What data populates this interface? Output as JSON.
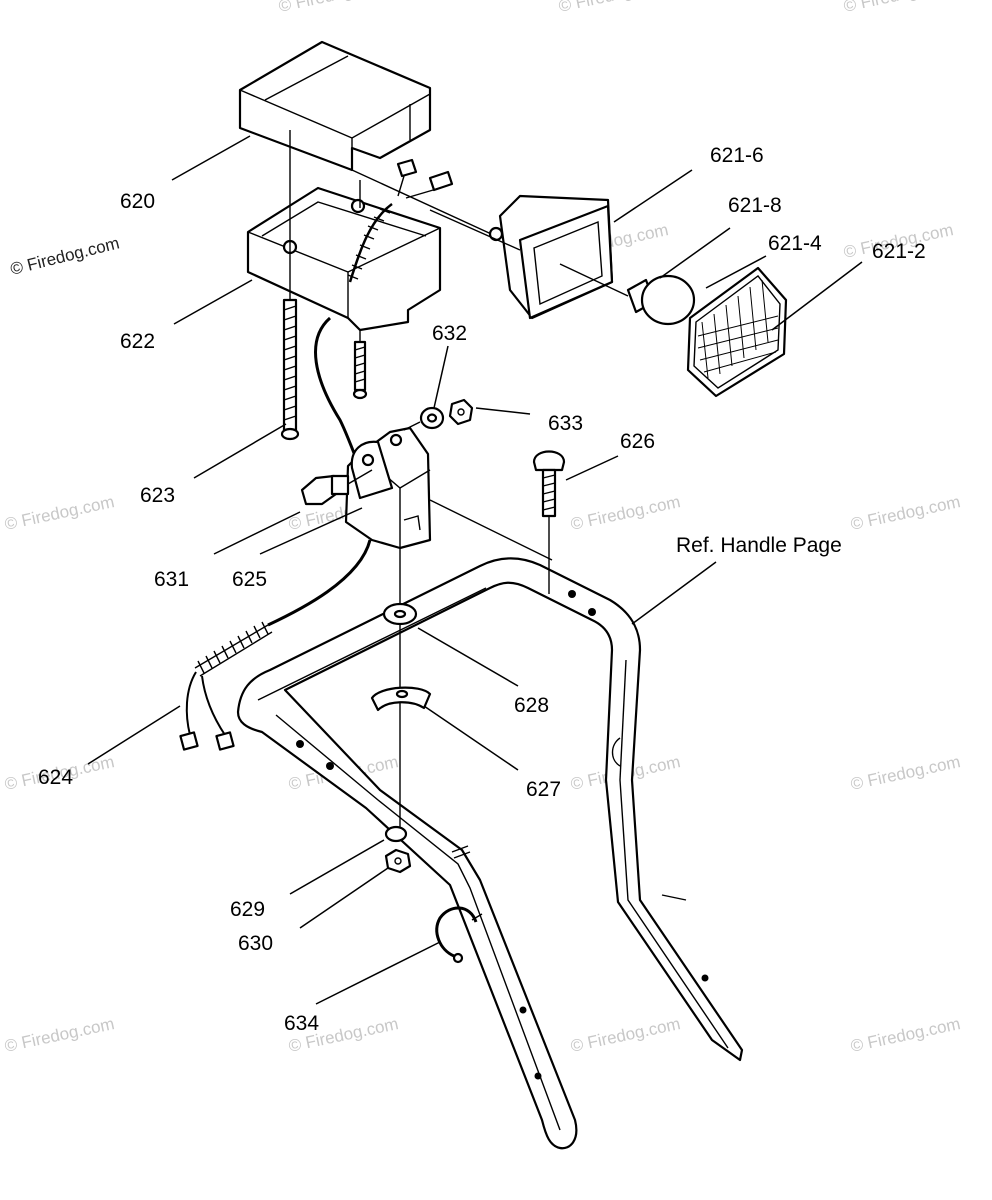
{
  "watermark": "© Firedog.com",
  "labels": {
    "p620": "620",
    "p621_6": "621-6",
    "p621_8": "621-8",
    "p621_4": "621-4",
    "p621_2": "621-2",
    "p622": "622",
    "p632": "632",
    "p633": "633",
    "p623": "623",
    "p626": "626",
    "p631": "631",
    "p625": "625",
    "ref_handle": "Ref. Handle Page",
    "p628": "628",
    "p624": "624",
    "p627": "627",
    "p629": "629",
    "p630": "630",
    "p634": "634"
  }
}
